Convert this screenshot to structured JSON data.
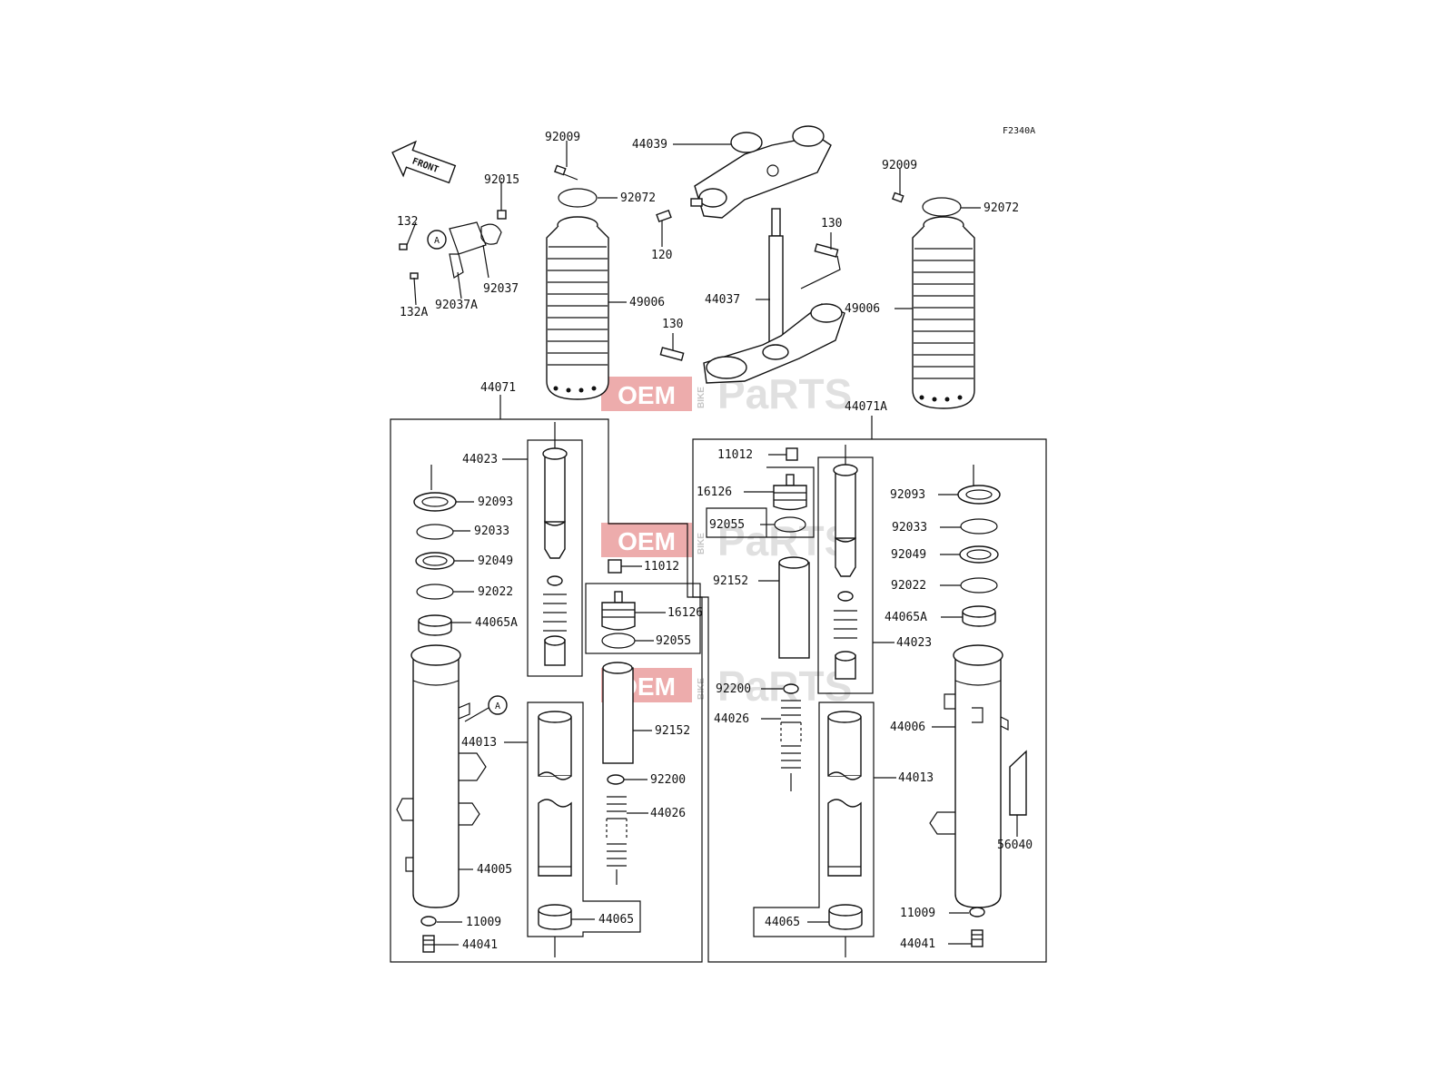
{
  "diagram_code": "F2340A",
  "front_label": "FRONT",
  "ref_letter": "A",
  "watermark": {
    "oem": "OEM",
    "bike": "BIKE",
    "parts": "PaRTS"
  },
  "top": {
    "left_boot": {
      "bolt": "92009",
      "clamp": "92072",
      "boot": "49006"
    },
    "right_boot": {
      "bolt": "92009",
      "clamp": "92072",
      "boot": "49006"
    },
    "upper_bracket": "44039",
    "bracket_bolt": "120",
    "stem": "44037",
    "stem_bolt_upper": "130",
    "stem_bolt_lower": "130",
    "clamp_parts": {
      "p132": "132",
      "p132a": "132A",
      "p92015": "92015",
      "p92037": "92037",
      "p92037a": "92037A"
    }
  },
  "left_fork": {
    "assembly": "44071",
    "inner_pipe": "44023",
    "seal_92093": "92093",
    "ring_92033": "92033",
    "seal_92049": "92049",
    "washer_92022": "92022",
    "bush_44065a": "44065A",
    "outer_tube": "44005",
    "cylinder": "44013",
    "bush_44065": "44065",
    "gasket": "11009",
    "bolt": "44041",
    "cap_bolt": "11012",
    "piston": "16126",
    "oring": "92055",
    "collar": "92152",
    "washer_92200": "92200",
    "spring": "44026"
  },
  "right_fork": {
    "assembly": "44071A",
    "cap_bolt": "11012",
    "piston": "16126",
    "oring": "92055",
    "collar": "92152",
    "washer_92200": "92200",
    "spring": "44026",
    "seal_92093": "92093",
    "ring_92033": "92033",
    "seal_92049": "92049",
    "washer_92022": "92022",
    "bush_44065a": "44065A",
    "inner_pipe": "44023",
    "outer_tube": "44006",
    "cylinder": "44013",
    "guard": "56040",
    "bush_44065": "44065",
    "gasket": "11009",
    "bolt": "44041"
  }
}
